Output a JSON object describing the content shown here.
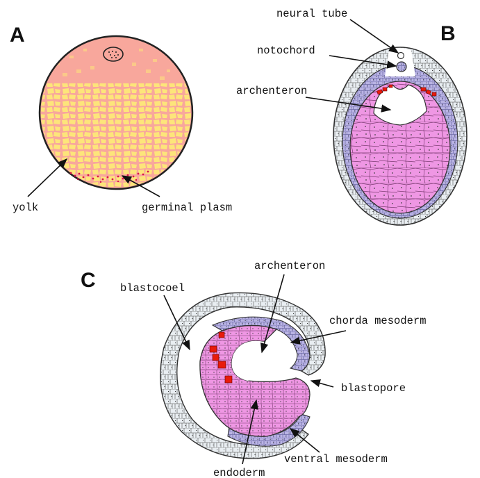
{
  "panels": {
    "a": {
      "letter": "A",
      "labels": {
        "yolk": "yolk",
        "germinal_plasm": "germinal plasm"
      }
    },
    "b": {
      "letter": "B",
      "labels": {
        "neural_tube": "neural tube",
        "notochord": "notochord",
        "archenteron": "archenteron"
      }
    },
    "c": {
      "letter": "C",
      "labels": {
        "archenteron": "archenteron",
        "blastocoel": "blastocoel",
        "chorda_mesoderm": "chorda mesoderm",
        "blastopore": "blastopore",
        "ventral_mesoderm": "ventral mesoderm",
        "endoderm": "endoderm"
      }
    }
  },
  "colors": {
    "egg_fill": "#f8a79c",
    "yolk": "#fde57a",
    "germinal_plasm": "#d8134a",
    "endoderm": "#ef97e4",
    "mesoderm": "#b9b3e4",
    "ectoderm": "#e9eef2",
    "germ_cells": "#e81b0c",
    "outline": "#222222"
  }
}
